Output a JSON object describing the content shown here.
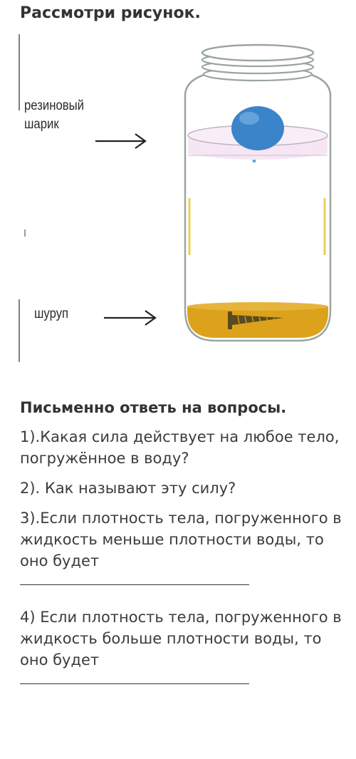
{
  "title": "Рассмотри рисунок.",
  "figure": {
    "label_ball_line1": "резиновый",
    "label_ball_line2": "шарик",
    "label_screw": "шуруп",
    "colors": {
      "ball": "#3c84c9",
      "liquid_top": "#f6e6f4",
      "liquid_bottom": "#dca21b",
      "jar_outline": "#9aa5a0"
    }
  },
  "questions": {
    "heading": "Письменно ответь на вопросы.",
    "q1": "1).Какая сила действует на любое тело, погружённое в воду?",
    "q2": "2). Как называют эту силу?",
    "q3": "3).Если плотность тела, погруженного в жидкость меньше плотности воды, то оно будет",
    "q4": "4) Если плотность тела, погруженного в жидкость больше плотности воды, то оно будет"
  }
}
